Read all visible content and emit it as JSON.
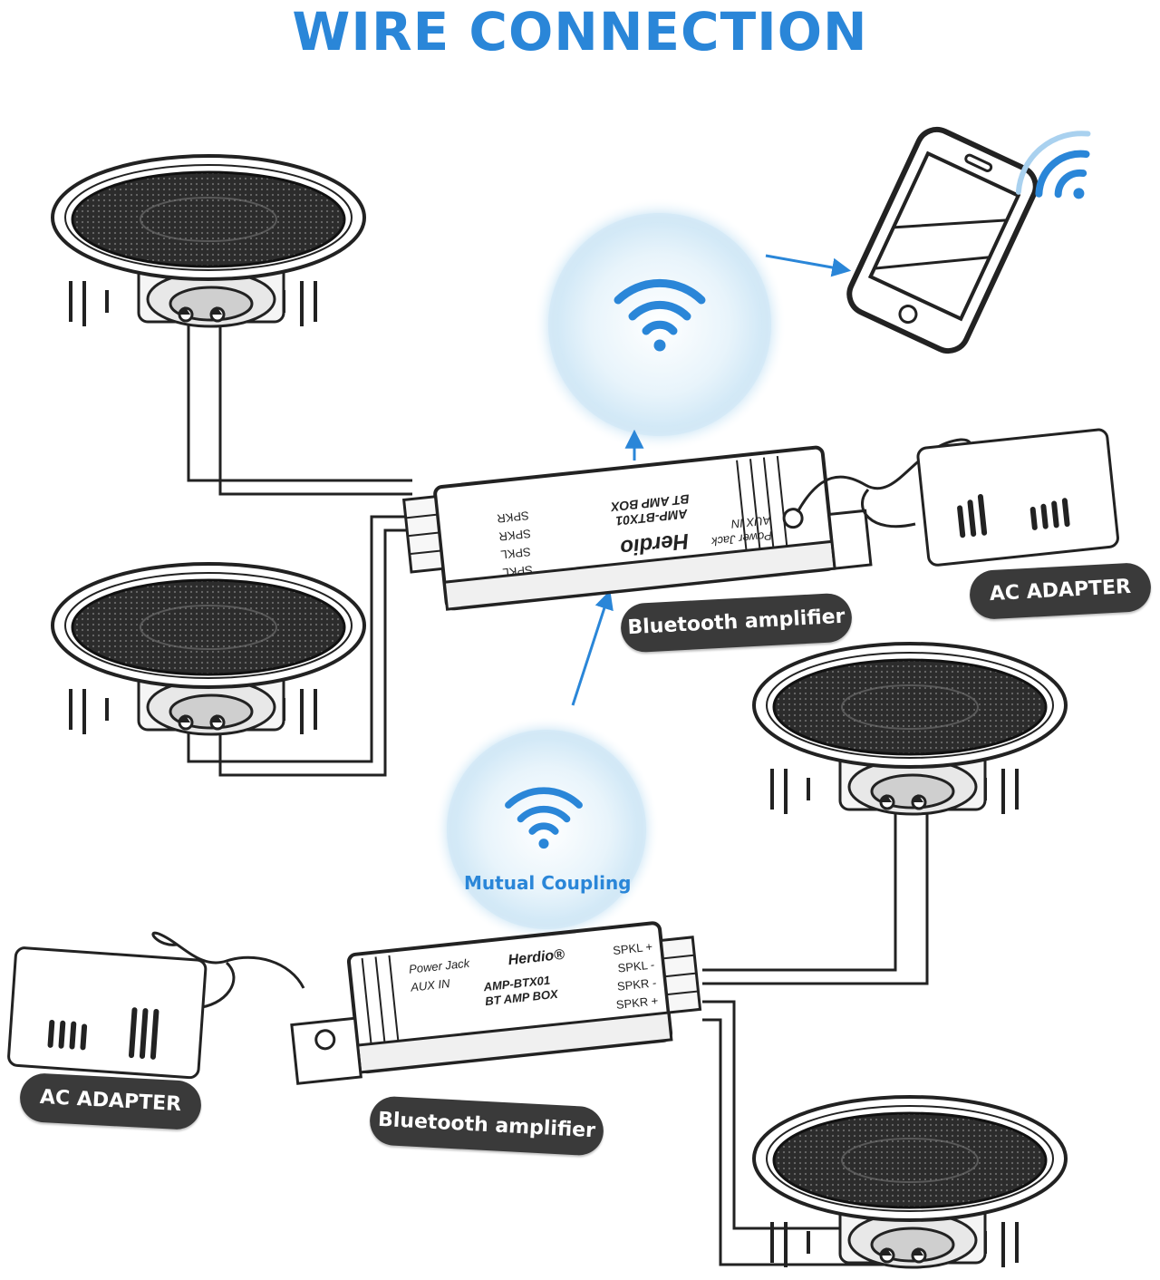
{
  "title": "WIRE CONNECTION",
  "amp_top": {
    "label": "Bluetooth amplifier",
    "brand": "Herdio",
    "model": "AMP-BTX01",
    "box": "BT AMP BOX",
    "power_jack": "Power Jack",
    "aux_in": "AUX IN",
    "terminals": [
      "SPKL",
      "SPKL",
      "SPKR",
      "SPKR"
    ]
  },
  "amp_bottom": {
    "label": "Bluetooth amplifier",
    "brand": "Herdio®",
    "model": "AMP-BTX01",
    "box": "BT AMP BOX",
    "power_jack": "Power Jack",
    "aux_in": "AUX IN",
    "terminals": [
      "SPKL +",
      "SPKL -",
      "SPKR -",
      "SPKR +"
    ]
  },
  "adapter_top": {
    "label": "AC ADAPTER"
  },
  "adapter_bottom": {
    "label": "AC ADAPTER"
  },
  "coupling": {
    "label": "Mutual Coupling"
  },
  "colors": {
    "accent": "#2a86d8",
    "pill": "#3a3a3a",
    "line": "#222222",
    "glow": "#d7ecf8"
  },
  "icons": [
    "speaker-icon",
    "wifi-icon",
    "smartphone-icon",
    "amplifier-icon",
    "ac-adapter-icon"
  ]
}
